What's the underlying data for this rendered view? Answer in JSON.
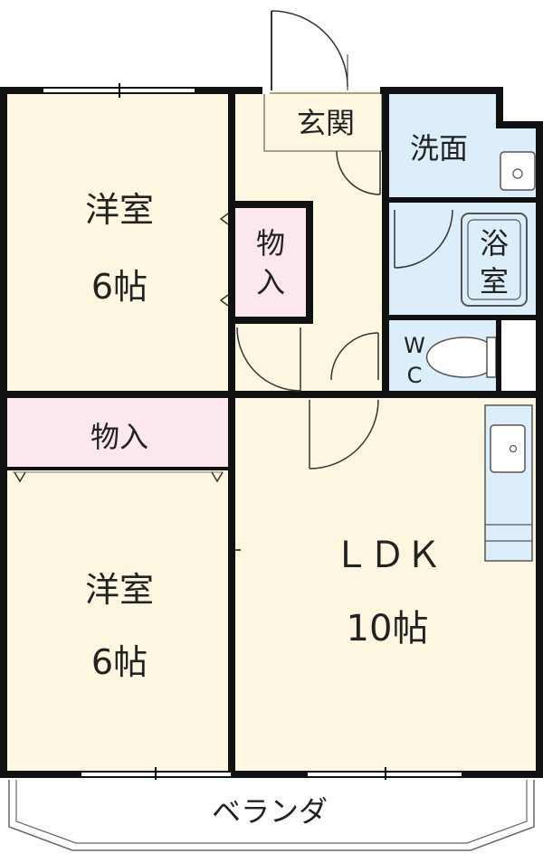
{
  "colors": {
    "room_floor": "#fdf6e0",
    "wet_area": "#ddeefb",
    "storage": "#fce6ef",
    "wall": "#111111",
    "outline": "#666666"
  },
  "rooms": {
    "western_room_top": {
      "name": "洋室",
      "size": "6帖"
    },
    "western_room_bottom": {
      "name": "洋室",
      "size": "6帖"
    },
    "closet_top": {
      "label_line1": "物",
      "label_line2": "入"
    },
    "closet_bottom": {
      "label": "物入"
    },
    "entrance": {
      "label": "玄関"
    },
    "washroom": {
      "label": "洗面"
    },
    "bathroom": {
      "label_line1": "浴",
      "label_line2": "室"
    },
    "toilet": {
      "label_line1": "W",
      "label_line2": "C"
    },
    "ldk": {
      "name": "ＬＤＫ",
      "size": "10帖"
    },
    "balcony": {
      "label": "ベランダ"
    }
  }
}
